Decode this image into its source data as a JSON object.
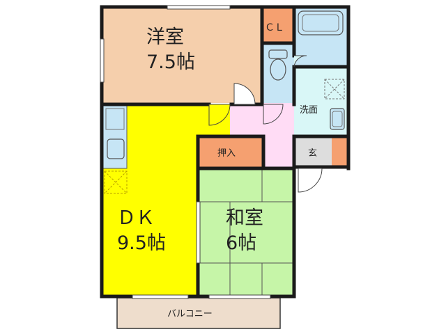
{
  "rooms": {
    "western": {
      "name": "洋室",
      "size": "7.5帖",
      "color": "#f5cfac"
    },
    "dk": {
      "name": "ＤＫ",
      "size": "9.5帖",
      "color": "#ffff00"
    },
    "japanese": {
      "name": "和室",
      "size": "6帖",
      "color": "#c6f5a8"
    },
    "closet": {
      "label": "ＣＬ",
      "color": "#f5a070"
    },
    "oshiire": {
      "label": "押入",
      "color": "#f5a070"
    },
    "washroom": {
      "label": "洗面",
      "color": "#d9f7f7"
    },
    "entrance": {
      "label": "玄",
      "color": "#dddddd"
    },
    "hall": {
      "color": "#ffdcf5"
    },
    "balcony": {
      "label": "バルコニー",
      "color": "#eeddcc"
    }
  },
  "colors": {
    "wall": "#1a1a1a",
    "fixture": "#c6e5f5",
    "orange": "#f5a070"
  }
}
